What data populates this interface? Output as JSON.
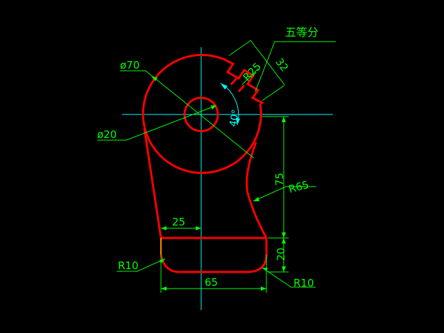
{
  "drawing": {
    "note": "五等分",
    "dims": {
      "dia70": "ø70",
      "dia20": "ø20",
      "r25": "R25",
      "d32": "32",
      "angle40": "40°",
      "d75": "75",
      "r65": "R65",
      "d25": "25",
      "d20": "20",
      "r10_left": "R10",
      "d65": "65",
      "r10_right": "R10"
    },
    "colors": {
      "outline": "#ff0000",
      "centerline": "#00ffff",
      "dimension": "#00ff00",
      "angle": "#00ffff",
      "fillet": "#ff8c00",
      "background": "#000000"
    }
  }
}
